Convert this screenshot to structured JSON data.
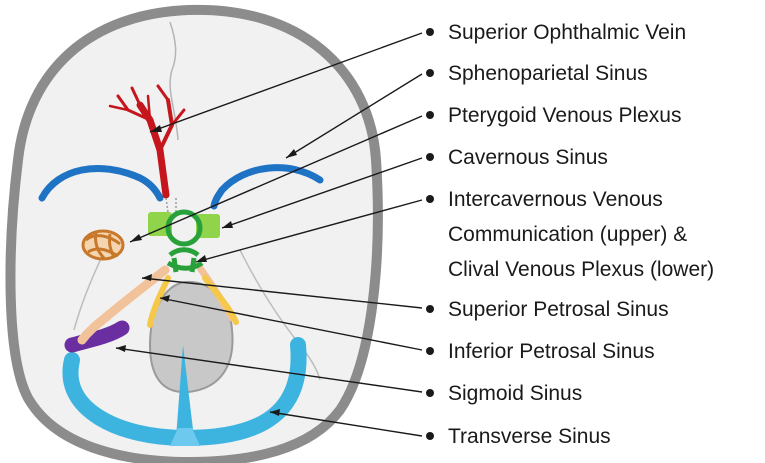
{
  "labels": [
    {
      "id": "superior-ophthalmic-vein",
      "lines": [
        "Superior Ophthalmic Vein"
      ]
    },
    {
      "id": "sphenoparietal-sinus",
      "lines": [
        "Sphenoparietal Sinus"
      ]
    },
    {
      "id": "pterygoid-venous-plexus",
      "lines": [
        "Pterygoid Venous Plexus"
      ]
    },
    {
      "id": "cavernous-sinus",
      "lines": [
        "Cavernous Sinus"
      ]
    },
    {
      "id": "intercavernous-clival",
      "lines": [
        "Intercavernous Venous",
        "Communication (upper) &",
        "Clival Venous Plexus (lower)"
      ]
    },
    {
      "id": "superior-petrosal-sinus",
      "lines": [
        "Superior Petrosal Sinus"
      ]
    },
    {
      "id": "inferior-petrosal-sinus",
      "lines": [
        "Inferior Petrosal Sinus"
      ]
    },
    {
      "id": "sigmoid-sinus",
      "lines": [
        "Sigmoid Sinus"
      ]
    },
    {
      "id": "transverse-sinus",
      "lines": [
        "Transverse Sinus"
      ]
    }
  ],
  "colors": {
    "skull_outline": "#8c8c8c",
    "skull_fill": "#f1f1f1",
    "brainstem": "#c8c8c8",
    "superior_ophthalmic_vein": "#c4161c",
    "sphenoparietal_sinus": "#1f73c4",
    "pterygoid_plexus": "#c8782a",
    "cavernous_sinus": "#8fd44a",
    "intercavernous_clival": "#28a13a",
    "superior_petrosal_sinus": "#f2c29a",
    "inferior_petrosal_sinus": "#f5c84a",
    "sigmoid_sinus": "#6a2ea0",
    "transverse_sinus": "#3db4e0"
  }
}
